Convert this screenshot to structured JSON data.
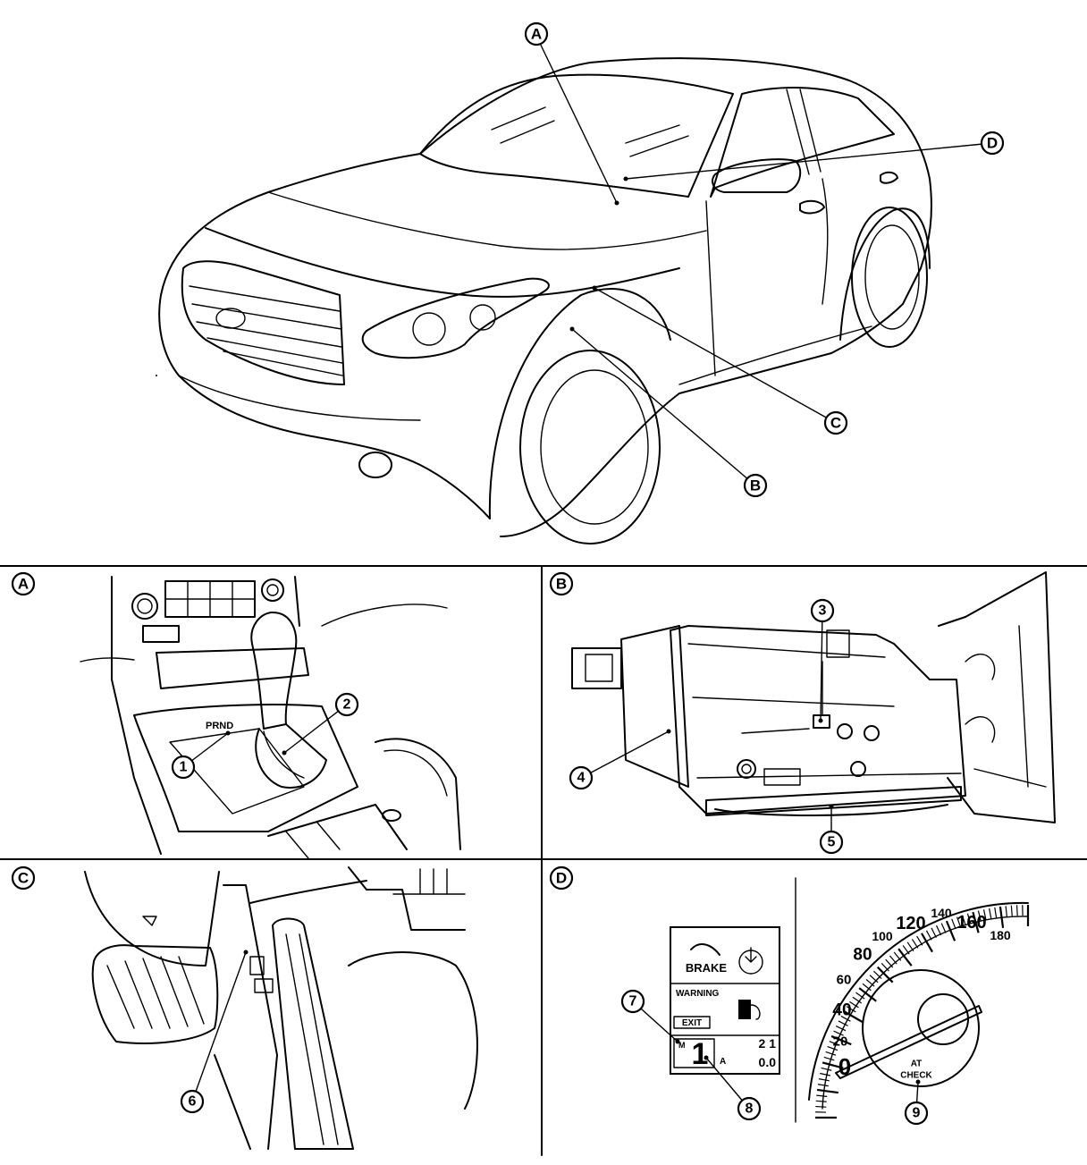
{
  "overview": {
    "callouts": {
      "a": "A",
      "b": "B",
      "c": "C",
      "d": "D"
    }
  },
  "panels": {
    "a": {
      "letter": "A",
      "items": {
        "one": "1",
        "two": "2"
      }
    },
    "b": {
      "letter": "B",
      "items": {
        "three": "3",
        "four": "4",
        "five": "5"
      }
    },
    "c": {
      "letter": "C",
      "items": {
        "six": "6"
      }
    },
    "d": {
      "letter": "D",
      "items": {
        "seven": "7",
        "eight": "8",
        "nine": "9"
      }
    }
  },
  "display": {
    "brake": "BRAKE",
    "warning": "WARNING",
    "exit": "EXIT",
    "mode_m": "M",
    "gear": "1",
    "mode_a": "A",
    "gear_row": "2 1",
    "value": "0.0"
  },
  "speedometer": {
    "ticks": [
      "0",
      "20",
      "40",
      "60",
      "80",
      "100",
      "120",
      "140",
      "160",
      "180"
    ],
    "at_check_line1": "AT",
    "at_check_line2": "CHECK"
  }
}
